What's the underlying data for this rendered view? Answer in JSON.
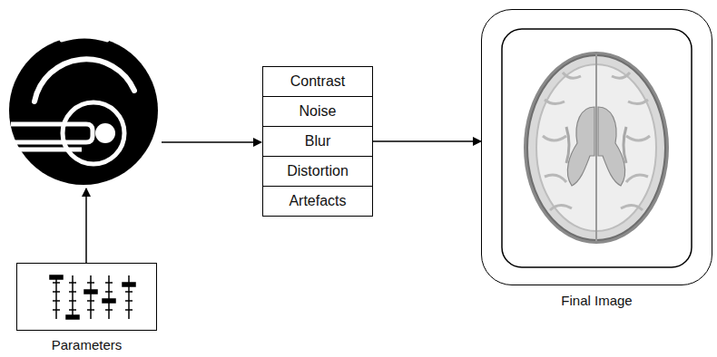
{
  "diagram": {
    "nodes": [
      {
        "text": [
          "Contrast"
        ]
      },
      {
        "text": [
          "Noise"
        ]
      },
      {
        "text": [
          "Blur"
        ]
      },
      {
        "text": [
          "Distortion"
        ]
      },
      {
        "text": [
          "Artefacts"
        ]
      },
      {
        "text": [
          "Final Image"
        ]
      },
      {
        "text": [
          "Parameters"
        ]
      }
    ],
    "edges": [
      {
        "from": 2,
        "to": 5,
        "arrow": "to"
      }
    ]
  }
}
